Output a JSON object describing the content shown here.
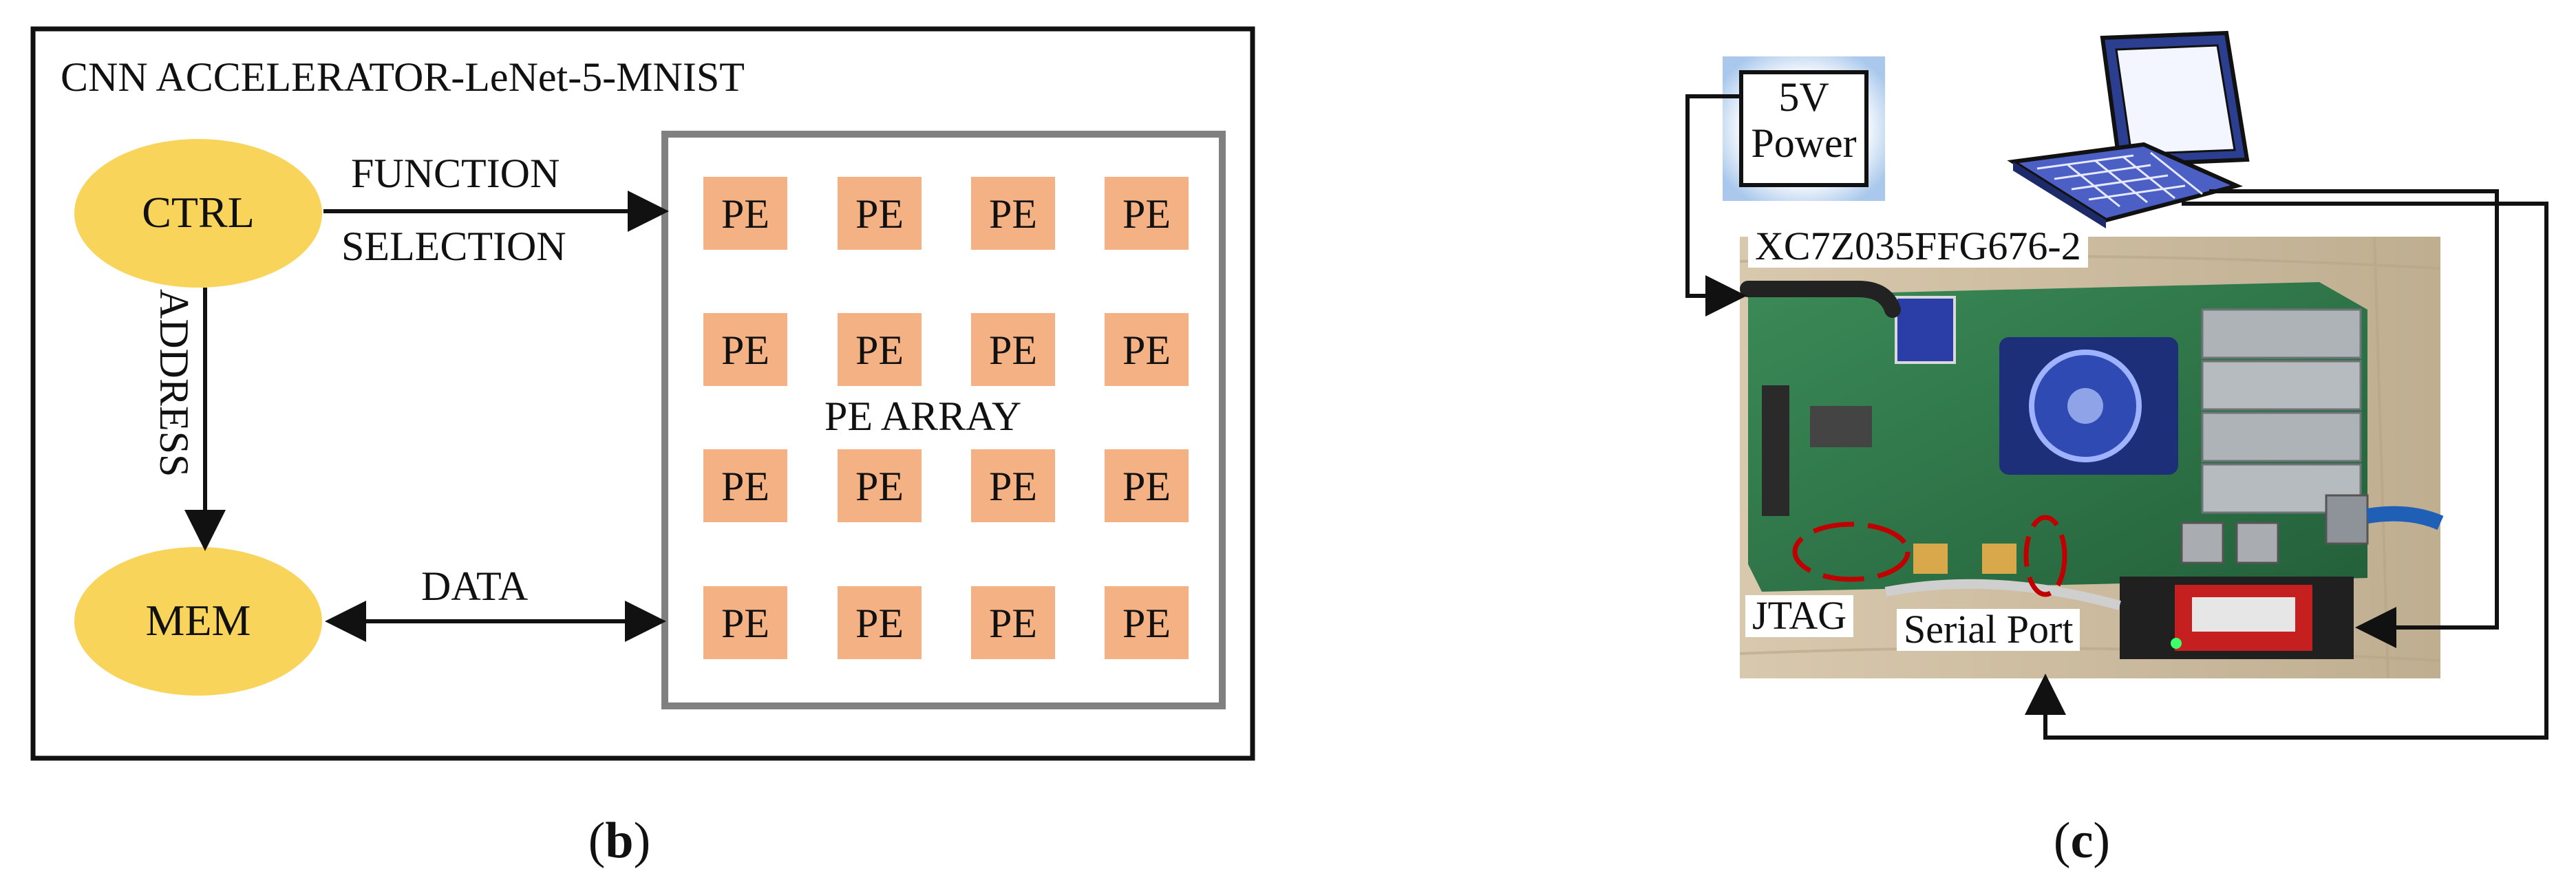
{
  "panel_b": {
    "title": "CNN ACCELERATOR-LeNet-5-MNIST",
    "ctrl_label": "CTRL",
    "mem_label": "MEM",
    "function_line1": "FUNCTION",
    "function_line2": "SELECTION",
    "address_label": "ADDRESS",
    "data_label": "DATA",
    "pe_array_label": "PE ARRAY",
    "pe_cells": [
      [
        "PE",
        "PE",
        "PE",
        "PE"
      ],
      [
        "PE",
        "PE",
        "PE",
        "PE"
      ],
      [
        "PE",
        "PE",
        "PE",
        "PE"
      ],
      [
        "PE",
        "PE",
        "PE",
        "PE"
      ]
    ],
    "caption_open": "(",
    "caption_letter": "b",
    "caption_close": ")"
  },
  "panel_c": {
    "power_line1": "5V",
    "power_line2": "Power",
    "board_label": "XC7Z035FFG676-2",
    "jtag_label": "JTAG",
    "serial_label": "Serial Port",
    "caption_open": "(",
    "caption_letter": "c",
    "caption_close": ")"
  },
  "colors": {
    "ellipse_fill": "#f8d45a",
    "pe_fill": "#f4b183",
    "pe_array_border": "#808080",
    "photo_background": "#c9b79a",
    "pcb_green": "#2f7a4a",
    "highlight_red": "#c00000"
  }
}
